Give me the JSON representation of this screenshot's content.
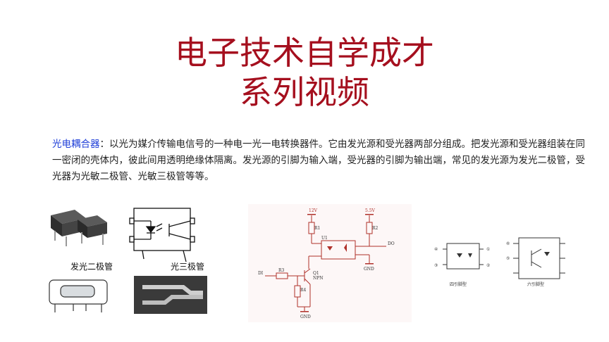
{
  "title": {
    "line1": "电子技术自学成才",
    "line2": "系列视频"
  },
  "description": {
    "term": "光电耦合器",
    "text": "：以光为媒介传输电信号的一种电一光一电转换器件。它由发光源和受光器两部分组成。把发光源和受光器组装在同一密闭的壳体内，彼此间用透明绝缘体隔离。发光源的引脚为输入端，受光器的引脚为输出端，常见的发光源为发光二极管，受光器为光敏二极管、光敏三极管等等。"
  },
  "figures": {
    "left": {
      "label_led": "发光二极管",
      "label_transistor": "光三极管"
    },
    "circuit": {
      "v12": "12V",
      "v5": "5.5V",
      "r1": "R1",
      "r2": "R2",
      "r3": "R3",
      "r4": "R4",
      "u1": "U1",
      "q1": "Q1",
      "npn": "NPN",
      "do": "DO",
      "di": "DI",
      "gnd1": "GND",
      "gnd2": "GND"
    },
    "pins": {
      "four_pin_caption": "四引脚型",
      "six_pin_caption": "六引脚型",
      "p1": "①",
      "p2": "②",
      "p3": "③",
      "p4": "④",
      "p5": "⑤",
      "p6": "⑥"
    }
  },
  "colors": {
    "title": "#a50f1e",
    "term": "#1f3fd8"
  }
}
